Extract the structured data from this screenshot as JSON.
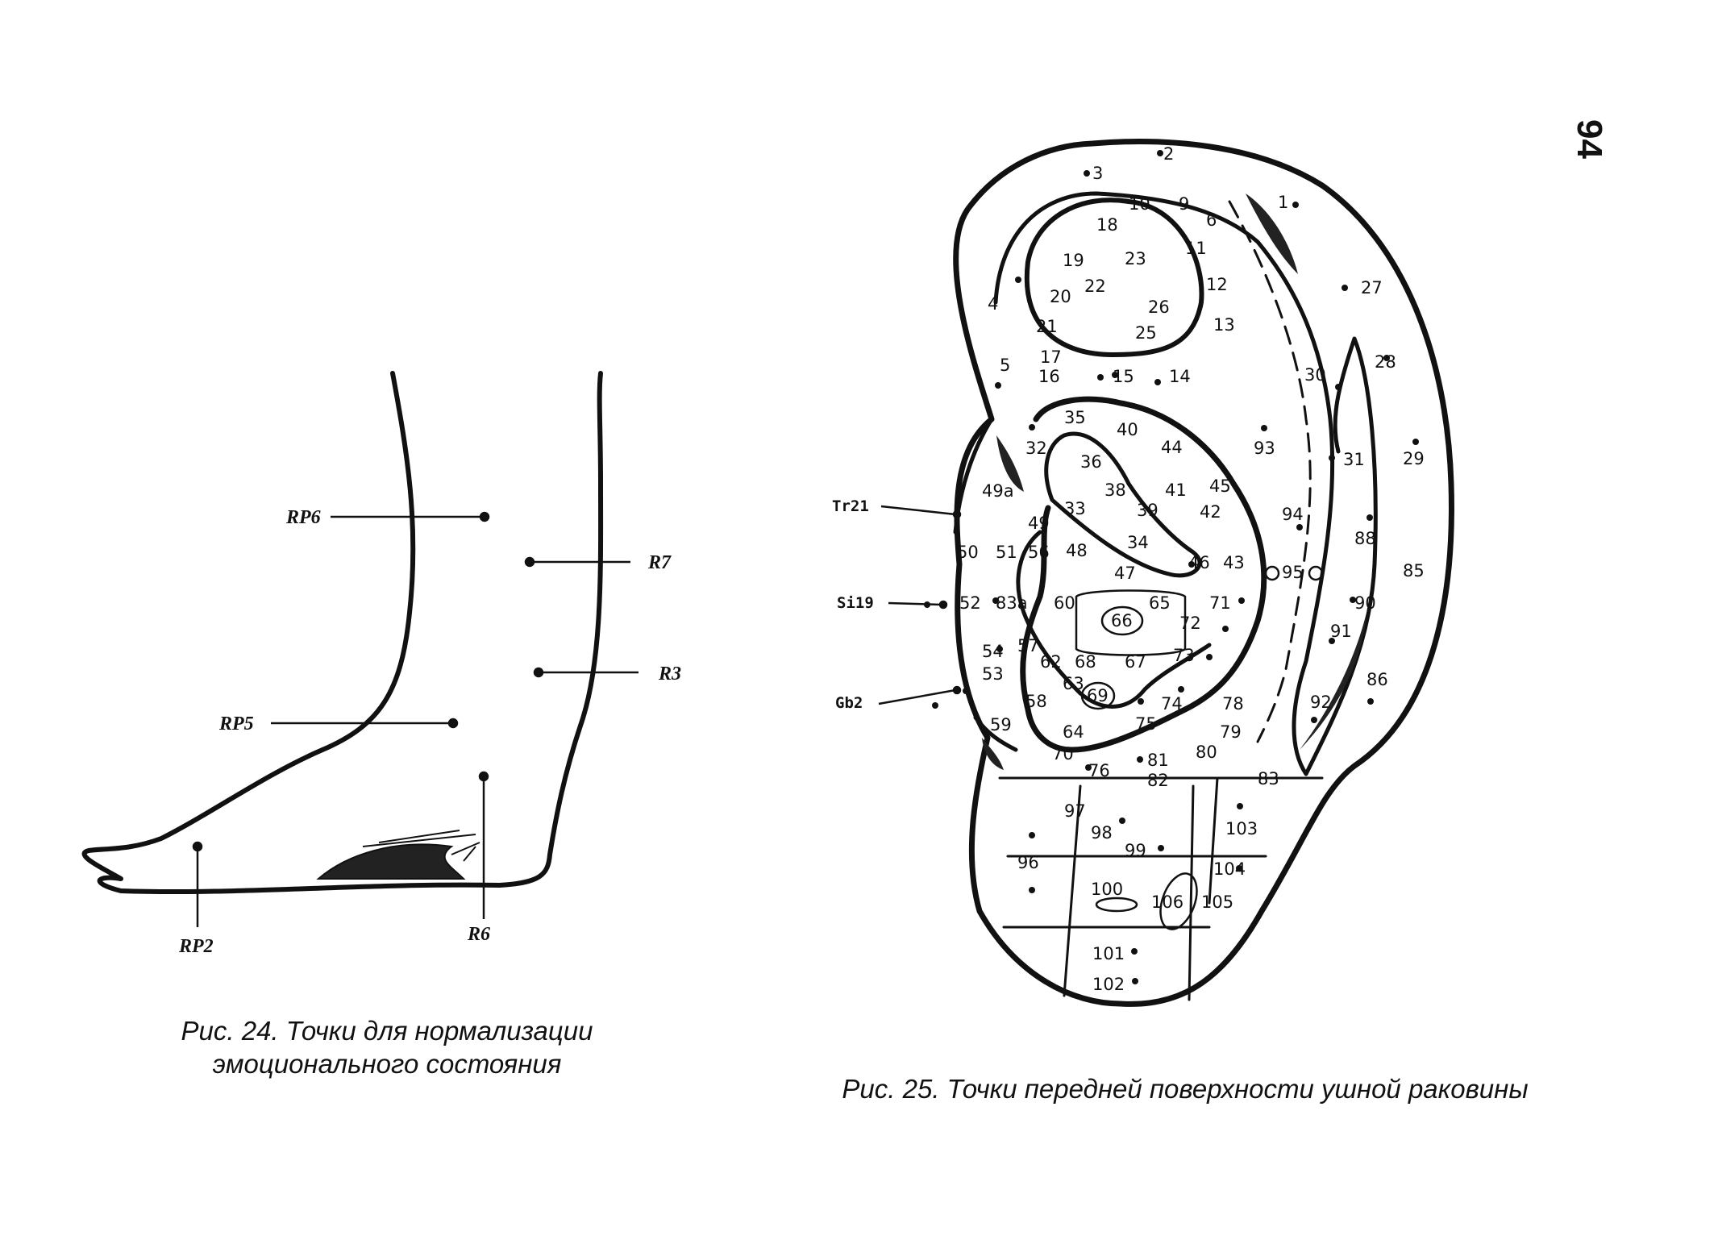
{
  "page_number": "94",
  "figure24": {
    "caption_line1": "Рис. 24. Точки для нормализации",
    "caption_line2": "эмоционального состояния",
    "labels": [
      "RP6",
      "R7",
      "R3",
      "RP5",
      "RP2",
      "R6"
    ]
  },
  "figure25": {
    "caption": "Рис. 25. Точки передней поверхности ушной раковины",
    "side_labels": [
      "Tr21",
      "Si19",
      "Gb2"
    ],
    "points": [
      "1",
      "2",
      "3",
      "4",
      "5",
      "6",
      "9",
      "10",
      "11",
      "12",
      "13",
      "14",
      "15",
      "16",
      "17",
      "18",
      "19",
      "20",
      "21",
      "22",
      "23",
      "25",
      "26",
      "27",
      "28",
      "29",
      "30",
      "31",
      "32",
      "33",
      "34",
      "35",
      "36",
      "38",
      "39",
      "40",
      "41",
      "42",
      "43",
      "44",
      "45",
      "46",
      "47",
      "48",
      "49",
      "49a",
      "50",
      "51",
      "52",
      "53",
      "54",
      "56",
      "57",
      "58",
      "59",
      "60",
      "62",
      "63",
      "64",
      "65",
      "66",
      "67",
      "68",
      "69",
      "70",
      "71",
      "72",
      "73",
      "74",
      "75",
      "76",
      "78",
      "79",
      "80",
      "81",
      "82",
      "83",
      "83a",
      "85",
      "86",
      "88",
      "90",
      "91",
      "92",
      "93",
      "94",
      "95",
      "96",
      "97",
      "98",
      "99",
      "100",
      "101",
      "102",
      "103",
      "104",
      "105",
      "106"
    ]
  }
}
